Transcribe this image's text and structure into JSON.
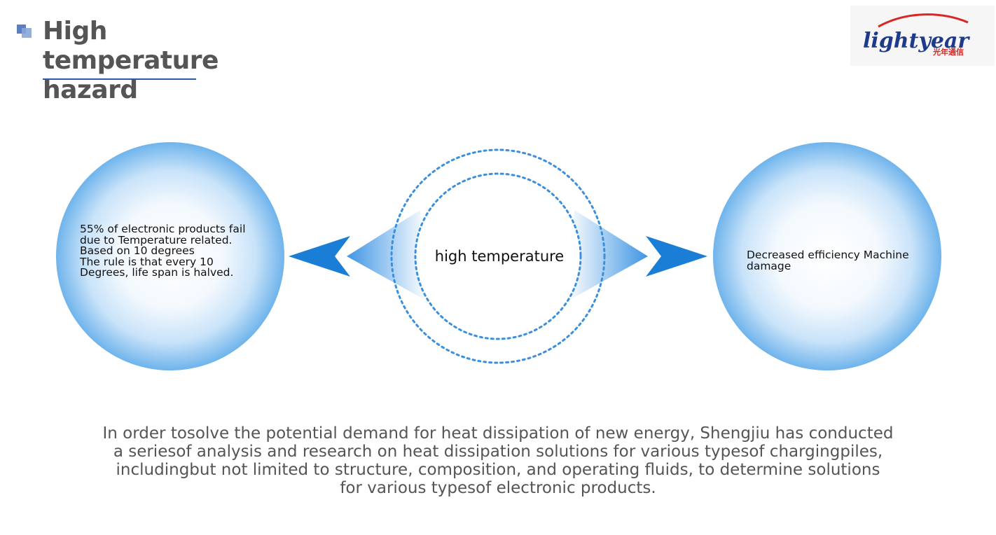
{
  "page": {
    "title": "High temperature hazard"
  },
  "logo": {
    "brand_text": "lightyear",
    "chinese_text": "光年通信",
    "brand_color": "#1e3a8a",
    "accent_color": "#d62828"
  },
  "diagram": {
    "center_label": "high temperature",
    "left_circle_text": "55% of electronic products fail\ndue to Temperature related.\nBased on 10 degrees\nThe rule is that every 10\nDegrees, life span is halved.",
    "right_circle_text": "Decreased efficiency Machine\ndamage",
    "circle_color": "#6fb4ec",
    "arrow_color": "#1a7ed6"
  },
  "description": "In order tosolve the potential demand for heat dissipation of new energy, Shengjiu has conducted\na seriesof  analysis and research on heat dissipation solutions for various typesof chargingpiles,\nincludingbut not limited to structure, composition, and operating fluids, to determine solutions\nfor various typesof electronic products."
}
